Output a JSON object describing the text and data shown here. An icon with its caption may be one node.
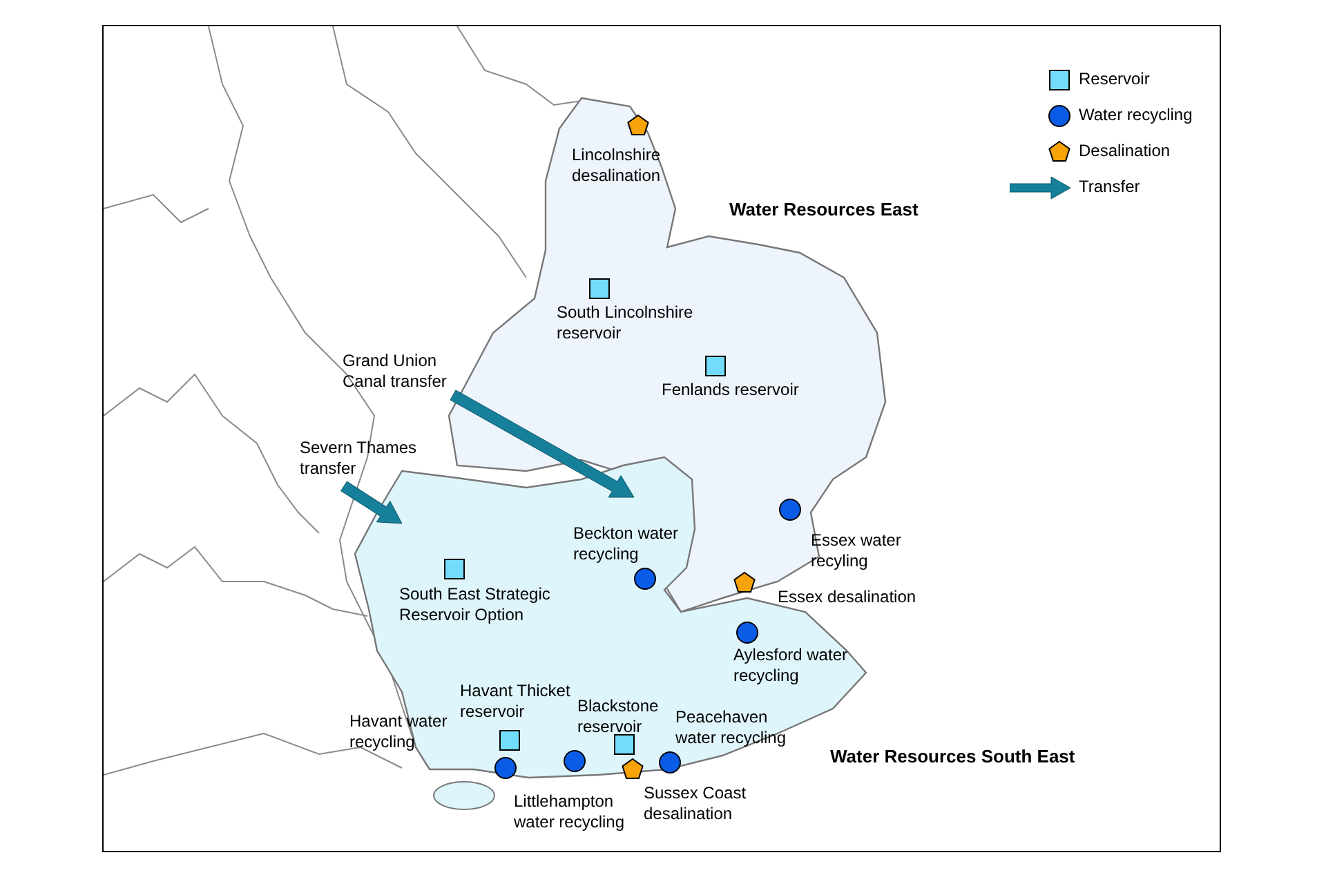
{
  "diagram": {
    "nodes": [
      {
        "text": [],
        "shape": "pentagon",
        "beside": [
          "Lincolnshire desalination"
        ]
      },
      {
        "text": [],
        "shape": "box",
        "beside": [
          "South Lincolnshire reservoir"
        ]
      },
      {
        "text": [],
        "shape": "box",
        "beside": [
          "Fenlands reservoir"
        ]
      },
      {
        "text": [],
        "shape": "circle",
        "beside": [
          "Beckton water recycling"
        ]
      },
      {
        "text": [],
        "shape": "circle",
        "beside": [
          "Essex water recyling"
        ]
      },
      {
        "text": [],
        "shape": "pentagon",
        "beside": [
          "Essex desalination"
        ]
      },
      {
        "text": [],
        "shape": "box",
        "beside": [
          "South East Strategic Reservoir Option"
        ]
      },
      {
        "text": [],
        "shape": "circle",
        "beside": [
          "Aylesford water recycling"
        ]
      },
      {
        "text": [],
        "shape": "box",
        "beside": [
          "Havant Thicket reservoir"
        ]
      },
      {
        "text": [],
        "shape": "circle",
        "beside": [
          "Havant water recycling"
        ]
      },
      {
        "text": [],
        "shape": "circle",
        "beside": [
          "Littlehampton water recycling"
        ]
      },
      {
        "text": [],
        "shape": "box",
        "beside": [
          "Blackstone reservoir"
        ]
      },
      {
        "text": [],
        "shape": "pentagon",
        "beside": [
          "Sussex Coast desalination"
        ]
      },
      {
        "text": [],
        "shape": "circle",
        "beside": [
          "Peacehaven water recycling"
        ]
      }
    ],
    "labels": [
      "Water Resources East",
      "Grand Union Canal transfer",
      "Severn Thames transfer",
      "Water Resources South East"
    ],
    "legend": [
      {
        "text": "Reservoir"
      },
      {
        "text": "Water recycling"
      },
      {
        "text": "Desalination"
      },
      {
        "text": "Transfer"
      }
    ]
  }
}
